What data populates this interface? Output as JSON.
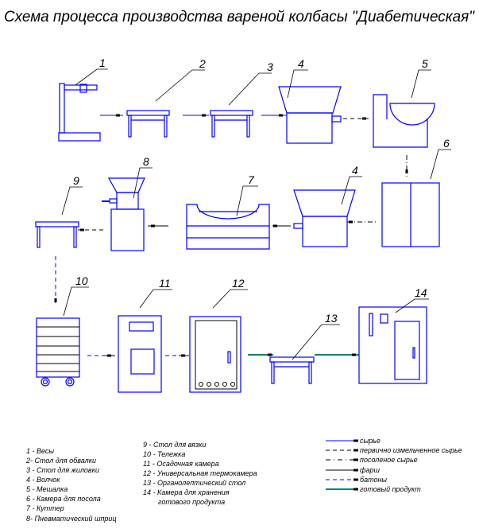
{
  "title": "Схема процесса производства вареной колбасы \"Диабетическая\"",
  "numbers": {
    "n1": "1",
    "n2": "2",
    "n3": "3",
    "n4a": "4",
    "n5": "5",
    "n6": "6",
    "n4b": "4",
    "n7": "7",
    "n8": "8",
    "n9": "9",
    "n10": "10",
    "n11": "11",
    "n12": "12",
    "n13": "13",
    "n14": "14"
  },
  "equipment_legend": [
    "1 -  Весы",
    "2-  Стол для обвалки",
    "3 -  Стол для жиловки",
    "4 -  Волчок",
    "5 -  Мешалка",
    "6 -  Камера для посола",
    "7 - Куттер",
    "8-  Пневматический шприц",
    "9 -  Стол для вязки",
    "10 -   Тележка",
    "11 -  Осадочная камера",
    "12 -  Универсальная термокамера",
    "13 -  Органолептический стол",
    "14 -  Камера для хранения",
    "готового продукта"
  ],
  "flow_legend": [
    {
      "label": "сырье",
      "color": "#0000ff",
      "style": "solid"
    },
    {
      "label": "первично измельченное сырье",
      "color": "#000000",
      "style": "dashed"
    },
    {
      "label": "посоленое сырье",
      "color": "#000000",
      "style": "dashdot"
    },
    {
      "label": "фарш",
      "color": "#000000",
      "style": "solid"
    },
    {
      "label": "батоны",
      "color": "#0000ff",
      "style": "dashed"
    },
    {
      "label": "готовый продукт",
      "color": "#008080",
      "style": "solid"
    }
  ]
}
